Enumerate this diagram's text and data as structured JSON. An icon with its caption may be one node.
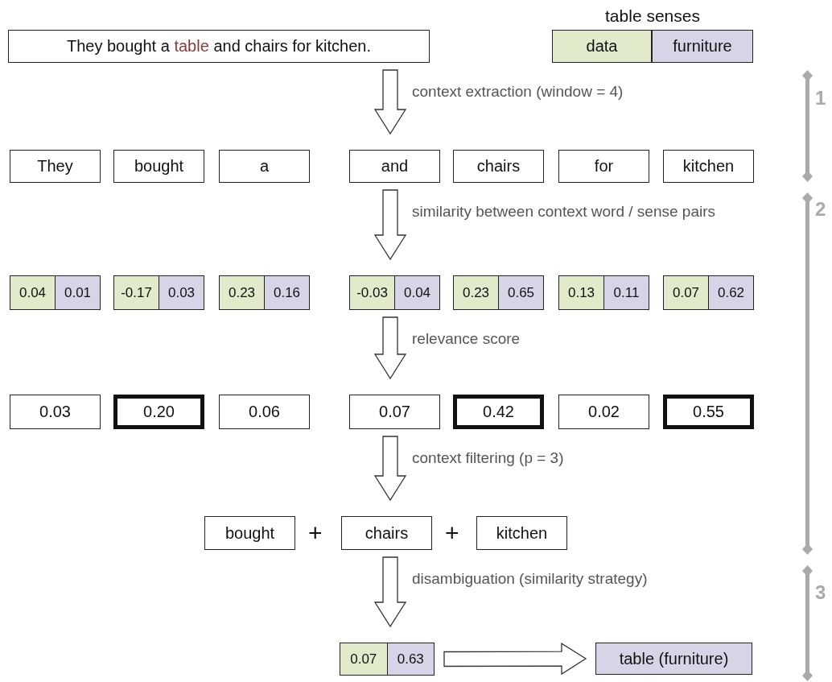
{
  "diagram": {
    "nodes": [
      {
        "text": [
          "They bought a",
          "table",
          "and chairs for kitchen."
        ]
      },
      {
        "text": [
          "table senses"
        ]
      },
      {
        "text": [
          "data"
        ],
        "in": 1
      },
      {
        "text": [
          "furniture"
        ],
        "in": 1
      },
      {
        "text": [
          "They"
        ]
      },
      {
        "text": [
          "bought"
        ]
      },
      {
        "text": [
          "a"
        ]
      },
      {
        "text": [
          "and"
        ]
      },
      {
        "text": [
          "chairs"
        ]
      },
      {
        "text": [
          "for"
        ]
      },
      {
        "text": [
          "kitchen"
        ]
      },
      {
        "text": [
          "0.04",
          "0.01"
        ]
      },
      {
        "text": [
          "-0.17",
          "0.03"
        ]
      },
      {
        "text": [
          "0.23",
          "0.16"
        ]
      },
      {
        "text": [
          "-0.03",
          "0.04"
        ]
      },
      {
        "text": [
          "0.23",
          "0.65"
        ]
      },
      {
        "text": [
          "0.13",
          "0.11"
        ]
      },
      {
        "text": [
          "0.07",
          "0.62"
        ]
      },
      {
        "text": [
          "0.03"
        ]
      },
      {
        "text": [
          "0.20"
        ]
      },
      {
        "text": [
          "0.06"
        ]
      },
      {
        "text": [
          "0.07"
        ]
      },
      {
        "text": [
          "0.42"
        ]
      },
      {
        "text": [
          "0.02"
        ]
      },
      {
        "text": [
          "0.55"
        ]
      },
      {
        "text": [
          "bought"
        ]
      },
      {
        "text": [
          "chairs"
        ]
      },
      {
        "text": [
          "kitchen"
        ]
      },
      {
        "text": [
          "0.07",
          "0.63"
        ]
      },
      {
        "text": [
          "table (furniture)"
        ]
      }
    ],
    "edges": [
      {
        "from": 0,
        "to": 7,
        "arrow": "to",
        "label": "context extraction (window = 4)"
      },
      {
        "from": 7,
        "to": 14,
        "arrow": "to",
        "label": "similarity between context word / sense pairs"
      },
      {
        "from": 14,
        "to": 21,
        "arrow": "to",
        "label": "relevance score"
      },
      {
        "from": 21,
        "to": 26,
        "arrow": "to",
        "label": "context filtering (p = 3)"
      },
      {
        "from": 26,
        "to": 28,
        "arrow": "to",
        "label": "disambiguation (similarity strategy)"
      },
      {
        "from": 28,
        "to": 29,
        "arrow": "to"
      }
    ],
    "labels": [
      "+",
      "+",
      "1",
      "2",
      "3"
    ]
  }
}
